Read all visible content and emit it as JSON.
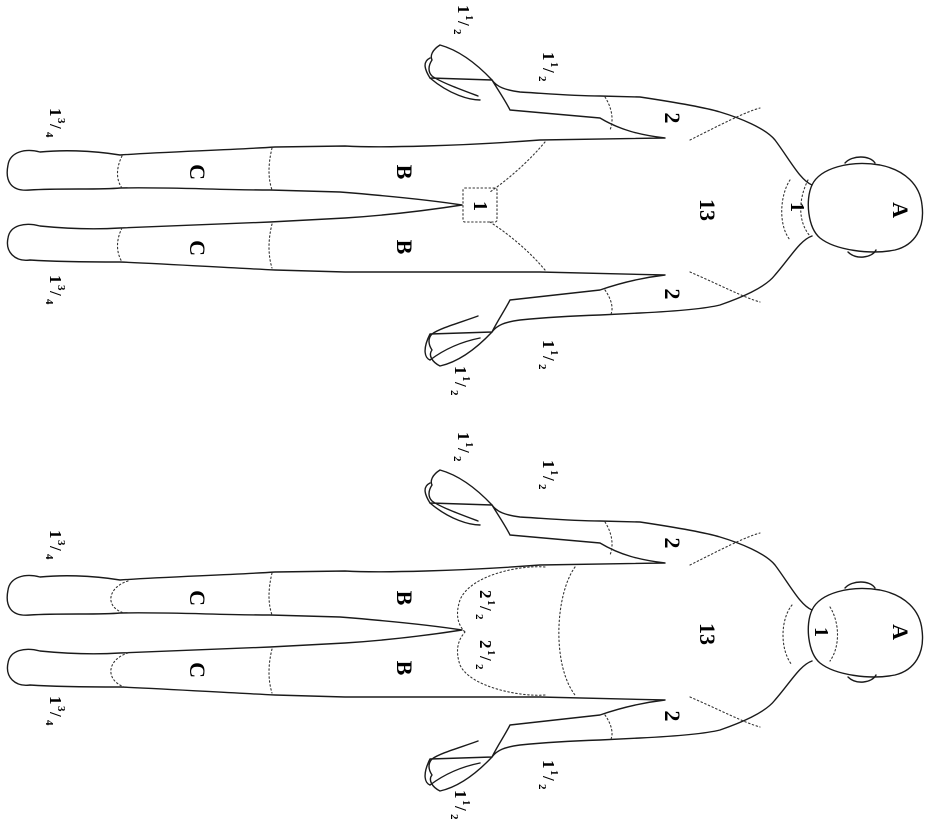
{
  "figures": [
    {
      "id": "top",
      "labels": {
        "head": "A",
        "neck": "1",
        "trunk": "13",
        "genital": "1",
        "upper_arm_left": "2",
        "upper_arm_right": "2",
        "thigh_left": "B",
        "thigh_right": "B",
        "leg_left": "C",
        "leg_right": "C",
        "forearm_left": {
          "whole": "1",
          "num": "1",
          "den": "2"
        },
        "forearm_right": {
          "whole": "1",
          "num": "1",
          "den": "2"
        },
        "hand_left": {
          "whole": "1",
          "num": "1",
          "den": "2"
        },
        "hand_right": {
          "whole": "1",
          "num": "1",
          "den": "2"
        },
        "foot_left": {
          "whole": "1",
          "num": "3",
          "den": "4"
        },
        "foot_right": {
          "whole": "1",
          "num": "3",
          "den": "4"
        }
      }
    },
    {
      "id": "bottom",
      "labels": {
        "head": "A",
        "neck": "1",
        "trunk": "13",
        "upper_arm_left": "2",
        "upper_arm_right": "2",
        "thigh_left": "B",
        "thigh_right": "B",
        "leg_left": "C",
        "leg_right": "C",
        "buttock_left": {
          "whole": "2",
          "num": "1",
          "den": "2"
        },
        "buttock_right": {
          "whole": "2",
          "num": "1",
          "den": "2"
        },
        "forearm_left": {
          "whole": "1",
          "num": "1",
          "den": "2"
        },
        "forearm_right": {
          "whole": "1",
          "num": "1",
          "den": "2"
        },
        "hand_left": {
          "whole": "1",
          "num": "1",
          "den": "2"
        },
        "hand_right": {
          "whole": "1",
          "num": "1",
          "den": "2"
        },
        "foot_left": {
          "whole": "1",
          "num": "3",
          "den": "4"
        },
        "foot_right": {
          "whole": "1",
          "num": "3",
          "den": "4"
        }
      }
    }
  ]
}
